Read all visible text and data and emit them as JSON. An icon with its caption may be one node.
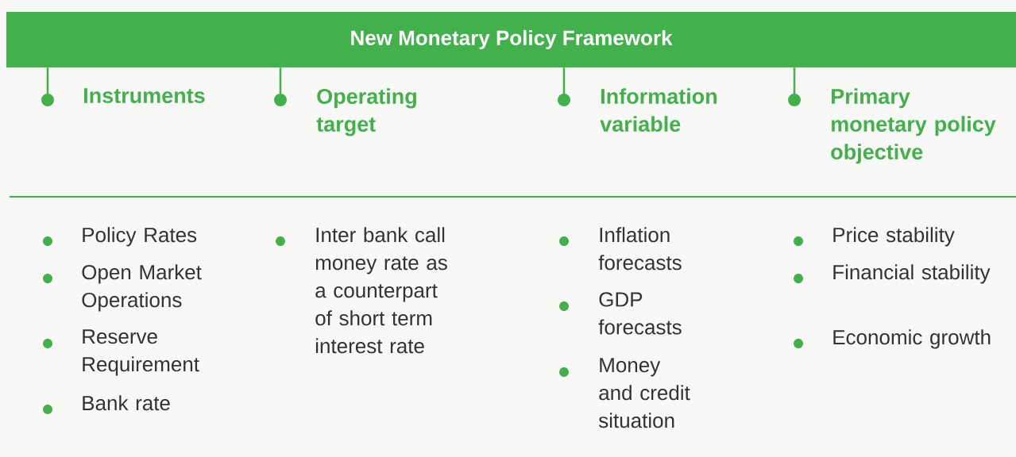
{
  "diagram": {
    "nodes": [
      {
        "text": [
          "New Monetary Policy Framework"
        ]
      },
      {
        "text": [
          "Instruments"
        ]
      },
      {
        "text": [
          "Operating target"
        ]
      },
      {
        "text": [
          "Information variable"
        ]
      },
      {
        "text": [
          "Primary monetary policy objective"
        ]
      }
    ],
    "edges": [
      {
        "from": 0,
        "to": 1,
        "arrow": "other"
      },
      {
        "from": 0,
        "to": 2,
        "arrow": "other"
      },
      {
        "from": 0,
        "to": 3,
        "arrow": "other"
      },
      {
        "from": 0,
        "to": 4,
        "arrow": "other"
      }
    ],
    "labels": [
      "Policy Rates",
      "Open Market Operations",
      "Reserve Requirement",
      "Bank rate",
      "Inter bank call money rate as a counterpart of short term interest rate",
      "Inflation forecasts",
      "GDP forecasts",
      "Money and credit situation",
      "Price stability",
      "Financial stability",
      "Economic growth"
    ]
  }
}
